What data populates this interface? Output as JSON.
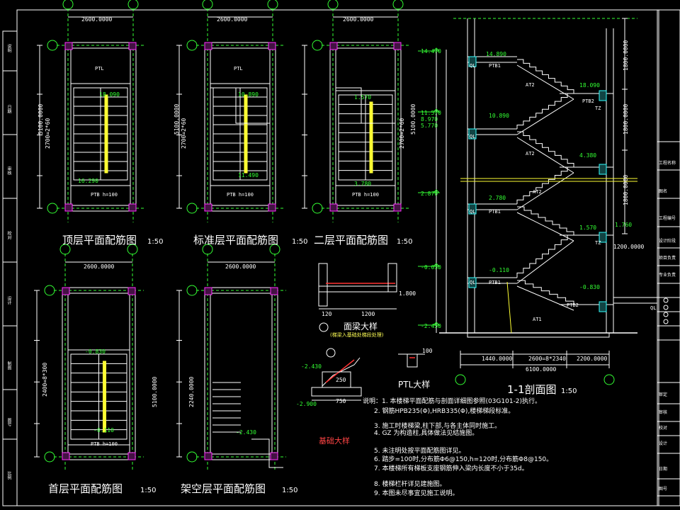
{
  "plans": {
    "top": {
      "title": "顶层平面配筋图",
      "scale": "1:50",
      "width_dim": "2600.0000",
      "height_dim": "5100.0000",
      "flight": "2700=2*60",
      "tb_note": "PTB h=100",
      "elev_a": "18.090",
      "elev_b": "16.290",
      "beam": "PTL"
    },
    "standard": {
      "title": "标准层平面配筋图",
      "scale": "1:50",
      "width_dim": "2600.0000",
      "height_dim": "5100.0000",
      "flight": "2700=2*60",
      "tb_note": "PTB h=100",
      "elev_a": "10.890",
      "elev_b": "11.490",
      "beam": "PTL"
    },
    "second": {
      "title": "二层平面配筋图",
      "scale": "1:50",
      "width_dim": "2600.0000",
      "height_dim": "5100.0000",
      "flight": "2700=2*60",
      "tb_note": "PTB h=100",
      "elev_a": "1.570",
      "elev_b": "3.780"
    },
    "ground": {
      "title": "首层平面配筋图",
      "scale": "1:50",
      "width_dim": "2600.0000",
      "height_dim": "5100.0000",
      "flight": "2400=8*300",
      "tb_note": "PTB h=100",
      "elev_a": "-0.830",
      "elev_b": "-0.110"
    },
    "void": {
      "title": "架空层平面配筋图",
      "scale": "1:50",
      "width_dim": "2600.0000",
      "height_dim": "2240.0000",
      "elev_a": "-2.430"
    }
  },
  "section": {
    "title": "1-1剖面图",
    "scale": "1:50",
    "elevations": [
      "14.470",
      "11.570",
      "8.970",
      "5.770",
      "2.870",
      "-0.030",
      "-2.450"
    ],
    "landing_levels": [
      "14.890",
      "18.090",
      "10.890",
      "4.380",
      "2.780",
      "1.570",
      "-0.110",
      "-0.830"
    ],
    "right_dims": [
      "1800.0000",
      "1800.0000",
      "1800.0000",
      "1200.0000"
    ],
    "bottom_dims": [
      "1440.0000",
      "2600=8*2340",
      "2200.0000"
    ],
    "total_dim": "6100.0000",
    "stair_labels": [
      "AT2",
      "AT2",
      "AT2",
      "AT1"
    ],
    "beam_labels": [
      "PTB1",
      "PTB2",
      "PTB1",
      "PTB2",
      "PTB1"
    ],
    "col_labels": [
      "QL",
      "QL",
      "QL",
      "QL",
      "TZ",
      "TZ"
    ],
    "right_elev": "1.760",
    "foot_tag": "QL"
  },
  "details": {
    "ptl": {
      "title": "PTL大样"
    },
    "foundation": {
      "title": "基础大样"
    },
    "ground_beam": {
      "title": "面梁大样",
      "sub": "(梯梁入基础处梯段处理)"
    },
    "dims": [
      "1200",
      "120",
      "250",
      "750",
      "-2.430",
      "-2.900",
      "1.800",
      "100"
    ]
  },
  "notes": [
    "说明：1. 本楼梯平面配筋与剖面详细图参照(03G101-2)执行。",
    "2. 钢筋HPB235(Φ),HRB335(Φ),楼梯梯段标准。",
    "3. 施工时楼梯梁,柱下部,与各主体同时施工。",
    "4. GZ 为构造柱,具体做法见结施图。",
    "5. 未注明处按平面配筋图详见。",
    "6. 踏步=100时,分布筋Φ6@150,h=120时,分布筋Φ8@150。",
    "7. 本楼梯所有梯板支座钢筋伸入梁内长度不小于35d。",
    "8. 楼梯栏杆详见建施图。",
    "9. 本图未尽事宜见施工说明。"
  ],
  "sidebar": [
    "说明",
    "日期",
    "审核",
    "校对",
    "设计",
    "制图",
    "图号",
    "比例"
  ],
  "title_block": [
    "工程名称",
    "图名",
    "工程编号",
    "设计阶段",
    "项目负责",
    "专业负责",
    "审定",
    "审核",
    "校对",
    "设计",
    "日期",
    "图号"
  ],
  "colors": {
    "wall": "#ffffff",
    "grid": "#33ff33",
    "stair": "#ffffff",
    "beam": "#ffff33",
    "rebar": "#ff3333",
    "dim": "#ffffff",
    "column": "#ff33ff",
    "cyan": "#33ffff"
  }
}
